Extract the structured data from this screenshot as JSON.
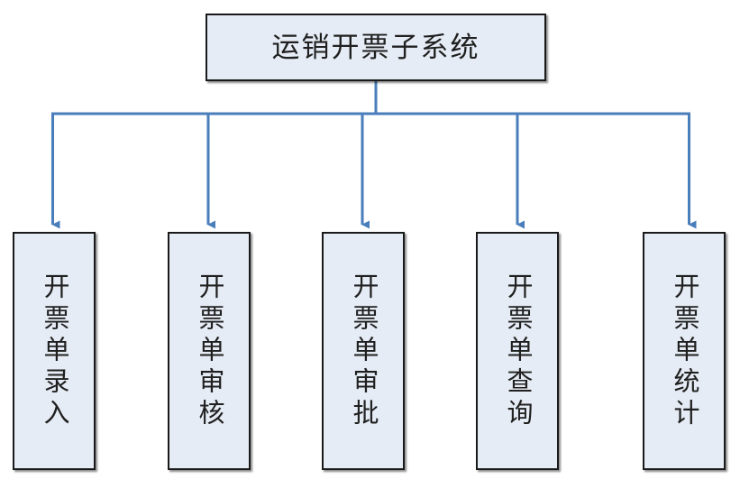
{
  "diagram": {
    "type": "org-chart",
    "title": "运销开票子系统",
    "root": {
      "label": "运销开票子系统"
    },
    "children": [
      {
        "label": "开票单录入"
      },
      {
        "label": "开票单审核"
      },
      {
        "label": "开票单审批"
      },
      {
        "label": "开票单查询"
      },
      {
        "label": "开票单统计"
      }
    ],
    "colors": {
      "node_fill": "#e6ecf5",
      "node_border": "#1a1a1a",
      "connector": "#4a7ebb",
      "text": "#202020",
      "background": "#ffffff"
    },
    "connector_style": "elbow-with-arrowhead"
  }
}
